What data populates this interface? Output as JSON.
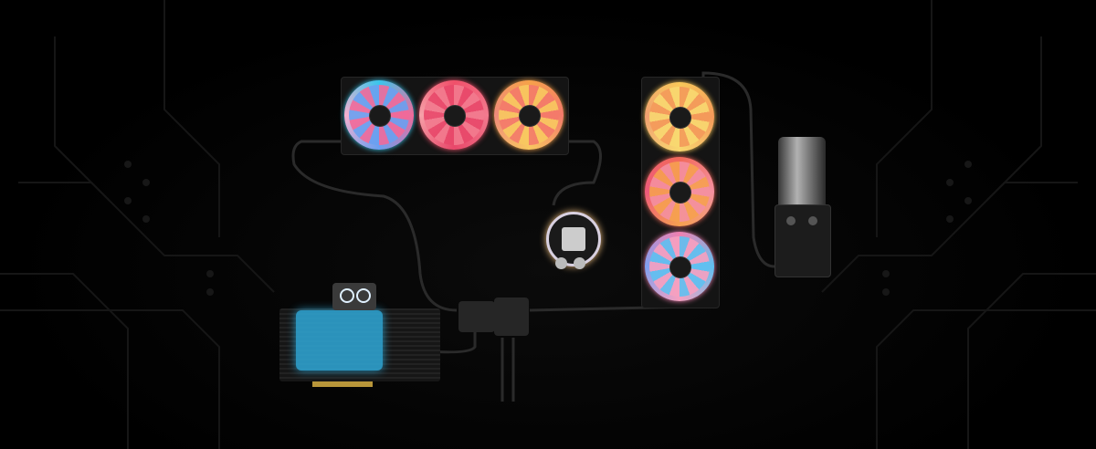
{
  "scene": {
    "background": "#000000",
    "accent_gpu_block": "#2fa8d8",
    "top_fans": [
      {
        "name": "fan-top-1",
        "colors": [
          "#39c6ec",
          "#f06a9a",
          "#6aa0f0",
          "#f4b0d0"
        ]
      },
      {
        "name": "fan-top-2",
        "colors": [
          "#f0506a",
          "#f27a8e",
          "#e8486a",
          "#f6a0a8"
        ]
      },
      {
        "name": "fan-top-3",
        "colors": [
          "#f6a24a",
          "#f47a6a",
          "#f8c860",
          "#f08a7a"
        ]
      }
    ],
    "side_fans": [
      {
        "name": "fan-side-1",
        "colors": [
          "#f8c85a",
          "#f49a5a",
          "#f8d870",
          "#f0a070"
        ]
      },
      {
        "name": "fan-side-2",
        "colors": [
          "#f26a5a",
          "#f490a0",
          "#f6a050",
          "#ee5a7a"
        ]
      },
      {
        "name": "fan-side-3",
        "colors": [
          "#f080b0",
          "#60c0f0",
          "#f6a0c0",
          "#80a0f0"
        ]
      }
    ]
  }
}
